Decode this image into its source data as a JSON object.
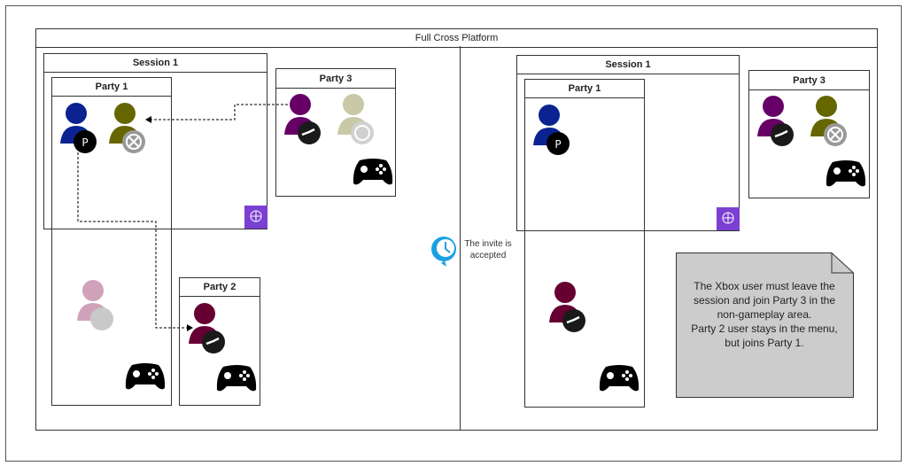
{
  "frame_title": "Full Cross Platform",
  "left": {
    "session_title": "Session 1",
    "party1_title": "Party 1",
    "party2_title": "Party 2",
    "party3_title": "Party 3"
  },
  "transition": {
    "text_line1": "The invite is",
    "text_line2": "accepted"
  },
  "right": {
    "session_title": "Session 1",
    "party1_title": "Party 1",
    "party3_title": "Party 3"
  },
  "note": {
    "line1": "The Xbox user must leave the",
    "line2": "session and join Party 3 in the",
    "line3": "non-gameplay area.",
    "line4": "Party 2 user stays in the menu,",
    "line5": "but joins Party 1."
  },
  "colors": {
    "playstation_user": "#0a2390",
    "xbox_user": "#666600",
    "steam_user_purple": "#660066",
    "steam_user_maroon": "#660033",
    "globe": "#7b3fd1",
    "note": "#cccccc",
    "clock": "#1ba1e2"
  }
}
